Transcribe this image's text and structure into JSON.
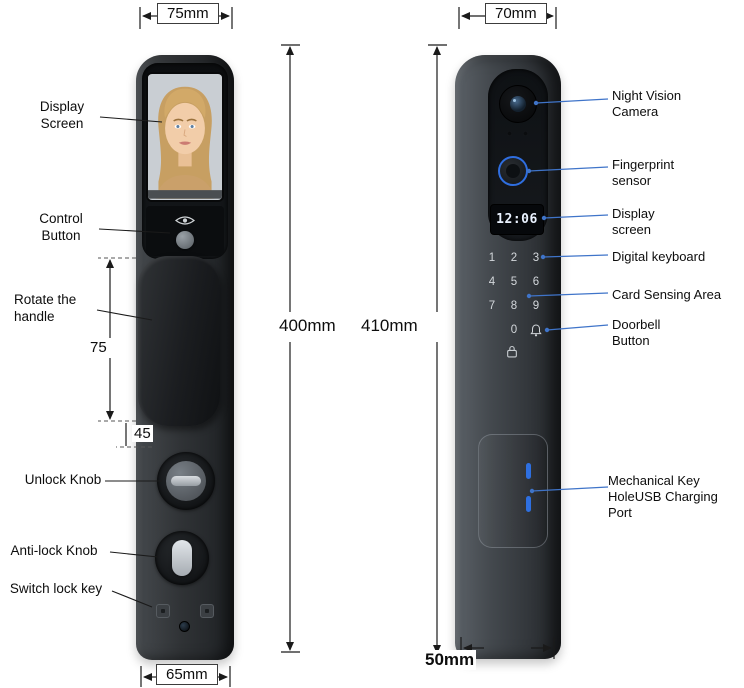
{
  "colors": {
    "callout_left": "#1a1a1a",
    "callout_right": "#3f74c9",
    "accent_blue": "#2e6fe0"
  },
  "dimensions": {
    "left_top_width": "75mm",
    "left_height": "400mm",
    "left_bottom_width": "65mm",
    "handle_length": "75",
    "handle_gap": "45",
    "right_top_width": "70mm",
    "right_height": "410mm",
    "right_bottom_width": "50mm"
  },
  "left_labels": {
    "display_screen": "Display\nScreen",
    "control_button": "Control\nButton",
    "rotate_handle": "Rotate the\nhandle",
    "unlock_knob": "Unlock Knob",
    "anti_lock_knob": "Anti-lock Knob",
    "switch_lock_key": "Switch lock key"
  },
  "right_labels": {
    "night_vision_camera": "Night Vision\nCamera",
    "fingerprint_sensor": "Fingerprint\nsensor",
    "display_screen": "Display\nscreen",
    "digital_keyboard": "Digital keyboard",
    "card_sensing_area": "Card Sensing Area",
    "doorbell_button": "Doorbell\nButton",
    "mechanical_key_usb": "Mechanical Key\nHoleUSB Charging Port"
  },
  "right_lock": {
    "display_time": "12:06",
    "keypad": [
      "1",
      "2",
      "3",
      "4",
      "5",
      "6",
      "7",
      "8",
      "9",
      "0"
    ]
  },
  "icons": {
    "eye": "eye-outline-shape",
    "doorbell": "bell-outline-shape",
    "padlock": "lock-outline-shape",
    "camera": "lens-circle-shape",
    "fingerprint": "blue-ring-shape"
  }
}
